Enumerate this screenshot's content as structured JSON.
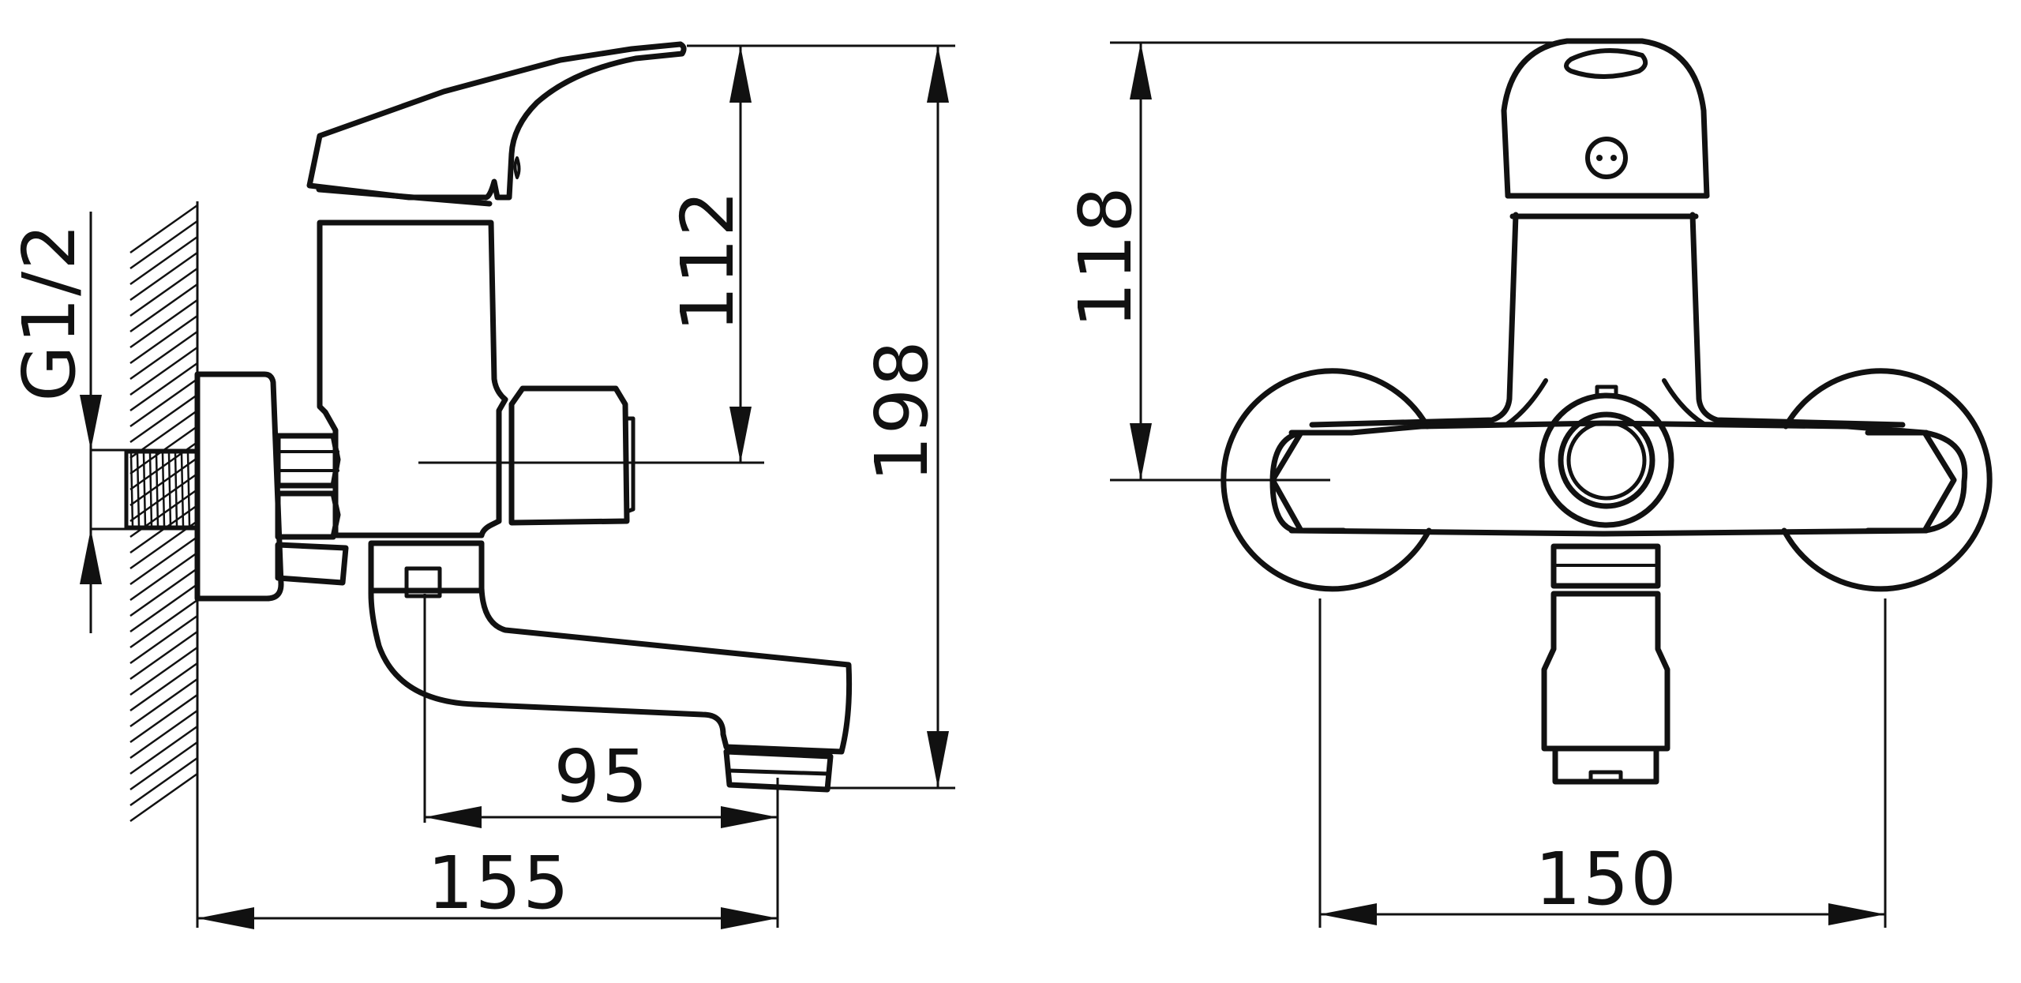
{
  "colors": {
    "line": "#111111",
    "background": "#ffffff"
  },
  "side_view": {
    "thread_label": "G1/2",
    "dim_total_depth": "155",
    "dim_spout_reach": "95",
    "dim_lever_to_axis": "112",
    "dim_total_height": "198"
  },
  "front_view": {
    "dim_axis_to_top": "118",
    "dim_connection_spacing": "150"
  }
}
